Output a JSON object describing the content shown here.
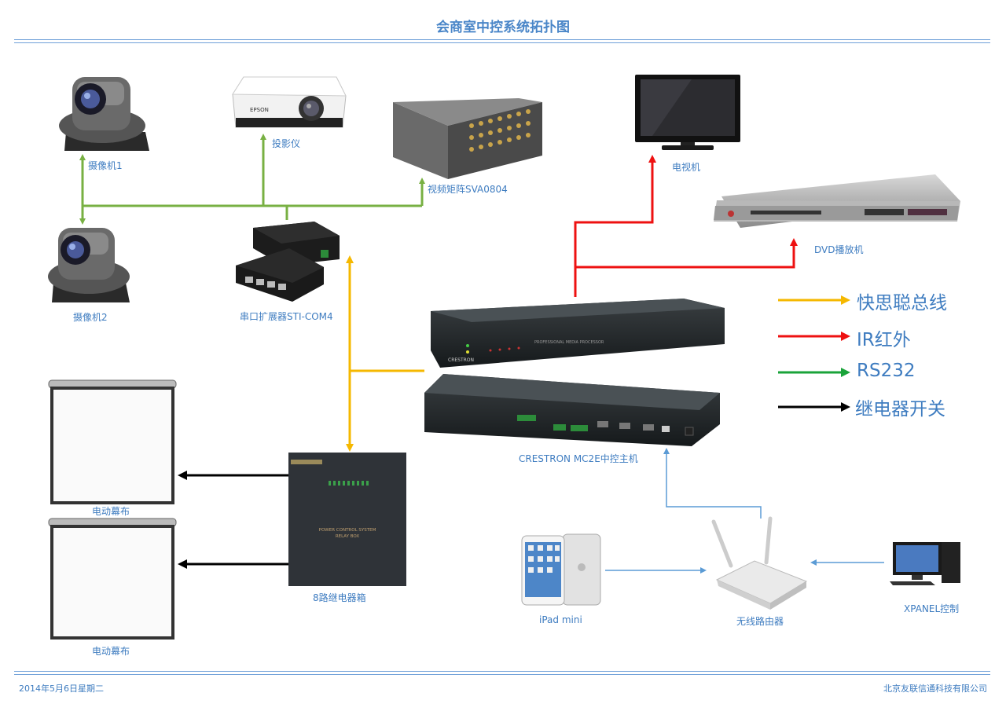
{
  "header": {
    "title": "会商室中控系统拓扑图"
  },
  "devices": {
    "camera1": "摄像机1",
    "camera2": "摄像机2",
    "projector": "投影仪",
    "matrix": "视频矩阵SVA0804",
    "tv": "电视机",
    "dvd": "DVD播放机",
    "serial_expander": "串口扩展器STI-COM4",
    "controller": "CRESTRON MC2E中控主机",
    "screen1": "电动幕布",
    "screen2": "电动幕布",
    "relay_box": "8路继电器箱",
    "ipad": "iPad mini",
    "router": "无线路由器",
    "xpanel": "XPANEL控制"
  },
  "device_text": {
    "projector_brand": "EPSON",
    "controller_brand": "CRESTRON",
    "controller_panel": "PROFESSIONAL MEDIA PROCESSOR",
    "relay_line1": "POWER CONTROL SYSTEM",
    "relay_line2": "RELAY BOX"
  },
  "legend": {
    "items": [
      {
        "label": "快思聪总线",
        "color": "#f5b800"
      },
      {
        "label": "IR红外",
        "color": "#ee1111"
      },
      {
        "label": "RS232",
        "color": "#1aa33a"
      },
      {
        "label": "继电器开关",
        "color": "#000000"
      }
    ]
  },
  "line_colors": {
    "bus": "#f5b800",
    "ir": "#ee1111",
    "rs232": "#78b043",
    "relay": "#000000",
    "network": "#5b9bd5"
  },
  "footer": {
    "date": "2014年5月6日星期二",
    "company": "北京友联信通科技有限公司"
  }
}
